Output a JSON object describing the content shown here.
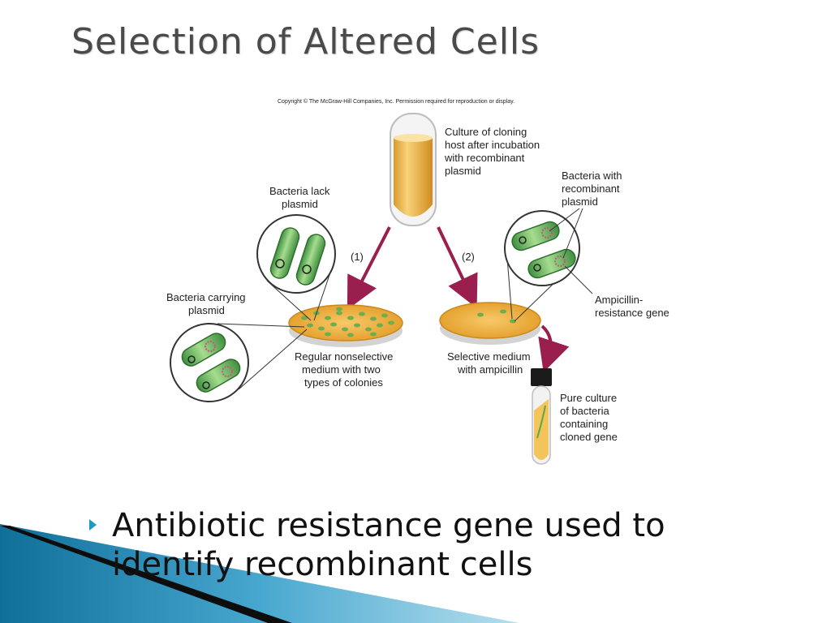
{
  "slide": {
    "title": "Selection of Altered Cells",
    "bullet": "Antibiotic resistance gene used to identify recombinant cells"
  },
  "figure": {
    "copyright": "Copyright © The McGraw-Hill Companies, Inc. Permission required for reproduction or display.",
    "tube_label": [
      "Culture of cloning",
      "host after incubation",
      "with recombinant",
      "plasmid"
    ],
    "lack_label": [
      "Bacteria lack",
      "plasmid"
    ],
    "carry_label": [
      "Bacteria carrying",
      "plasmid"
    ],
    "step1": "(1)",
    "step2": "(2)",
    "nonselective_label": [
      "Regular nonselective",
      "medium with two",
      "types of colonies"
    ],
    "recomb_label": [
      "Bacteria with",
      "recombinant",
      "plasmid"
    ],
    "amp_gene_label": [
      "Ampicillin-",
      "resistance gene"
    ],
    "selective_label": [
      "Selective medium",
      "with ampicillin"
    ],
    "pure_label": [
      "Pure culture",
      "of bacteria",
      "containing",
      "cloned gene"
    ]
  },
  "colors": {
    "accent": "#1a9bc4",
    "agar": "#f0b23c",
    "colony": "#6fae4e",
    "arrow": "#9b1f4e",
    "bacterium": "#6cb86a"
  }
}
